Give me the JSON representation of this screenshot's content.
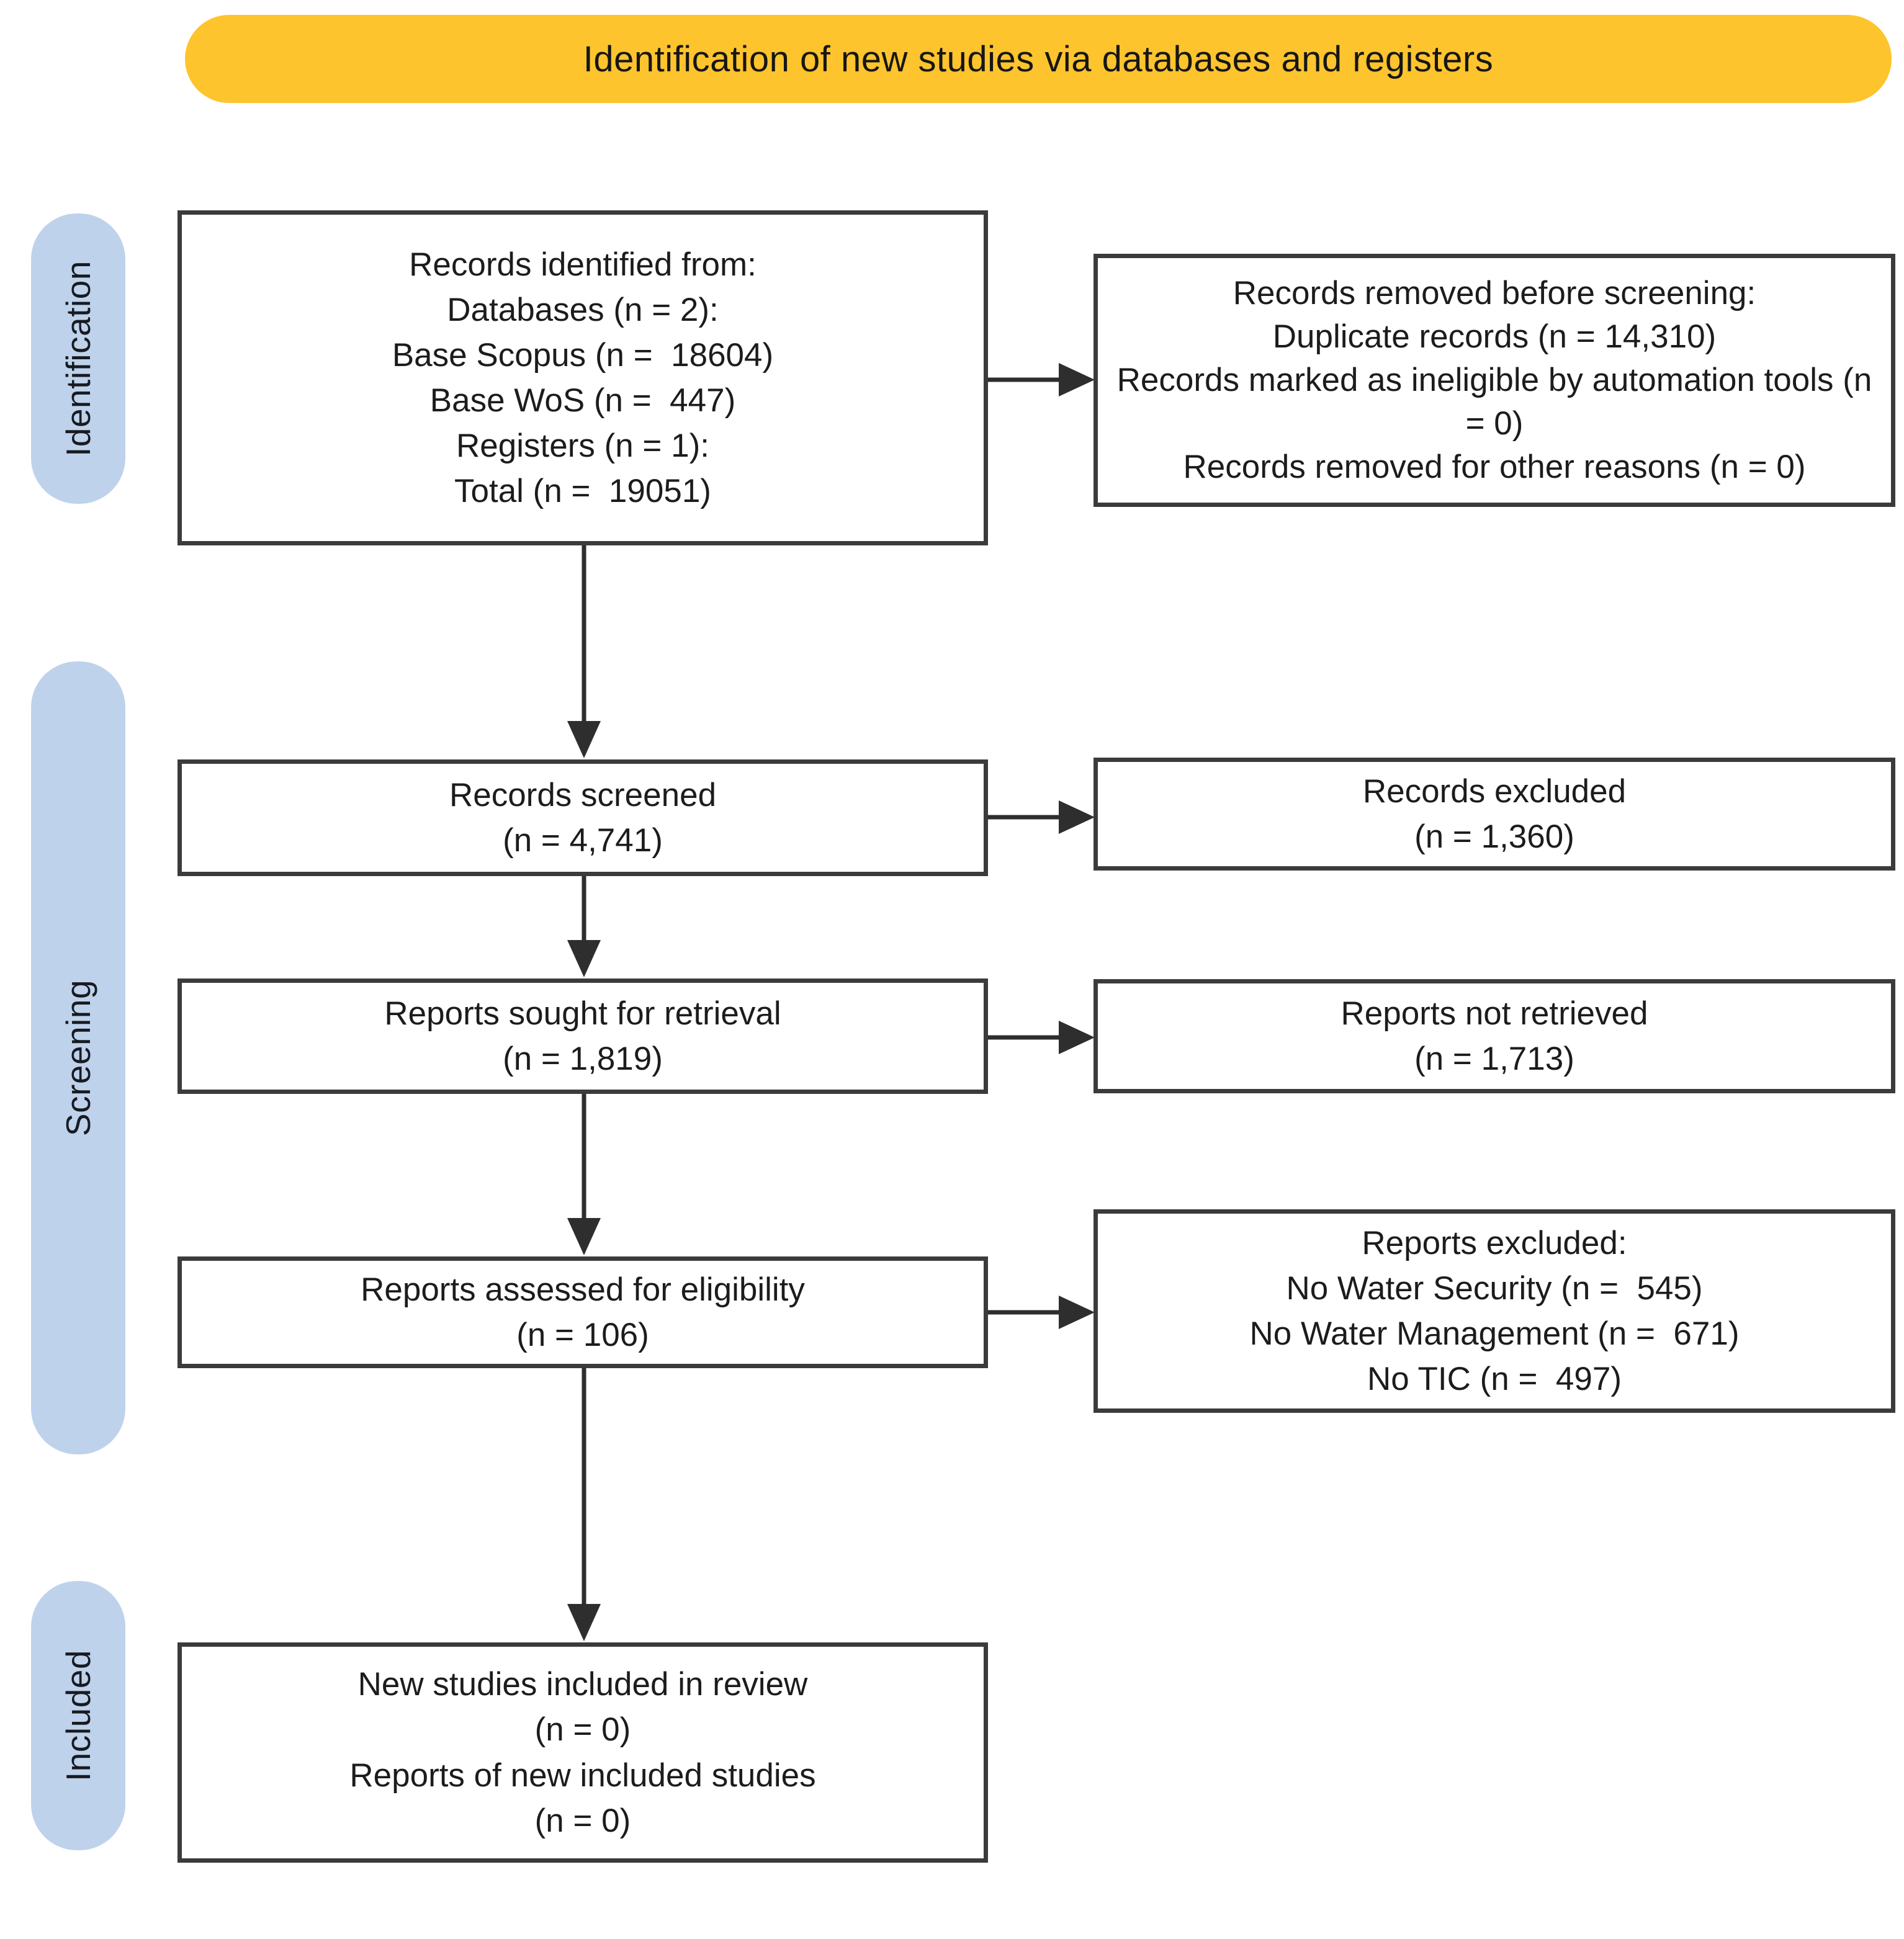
{
  "banner": {
    "title": "Identification of new studies via databases and registers"
  },
  "sidebar": {
    "stages": [
      {
        "label": "Identification"
      },
      {
        "label": "Screening"
      },
      {
        "label": "Included"
      }
    ]
  },
  "flow": {
    "identified": {
      "lines": [
        "Records identified from:",
        "Databases (n = 2):",
        "Base Scopus (n =  18604)",
        "Base WoS (n =  447)",
        "Registers (n = 1):",
        "Total (n =  19051)"
      ]
    },
    "removed": {
      "lines": [
        "Records removed before screening:",
        "Duplicate records (n = 14,310)",
        "Records marked as ineligible by automation tools (n = 0)",
        "Records removed for other reasons (n = 0)"
      ]
    },
    "screened": {
      "lines": [
        "Records screened",
        "(n = 4,741)"
      ]
    },
    "excluded": {
      "lines": [
        "Records excluded",
        "(n = 1,360)"
      ]
    },
    "sought": {
      "lines": [
        "Reports sought for retrieval",
        "(n = 1,819)"
      ]
    },
    "not_retrieved": {
      "lines": [
        "Reports not retrieved",
        "(n = 1,713)"
      ]
    },
    "assessed": {
      "lines": [
        "Reports assessed for eligibility",
        "(n = 106)"
      ]
    },
    "reports_excluded": {
      "lines": [
        "Reports excluded:",
        "No Water Security (n =  545)",
        "No Water Management (n =  671)",
        "No TIC (n =  497)"
      ]
    },
    "included_review": {
      "lines": [
        "New studies included in review",
        "(n = 0)",
        "Reports of new included studies",
        "(n = 0)"
      ]
    }
  },
  "colors": {
    "banner_bg": "#FEC42D",
    "stage_pill_bg": "#BFD2EC",
    "box_border": "#3B3B3B",
    "arrow": "#2E2E2E",
    "text": "#1C1C1C"
  }
}
